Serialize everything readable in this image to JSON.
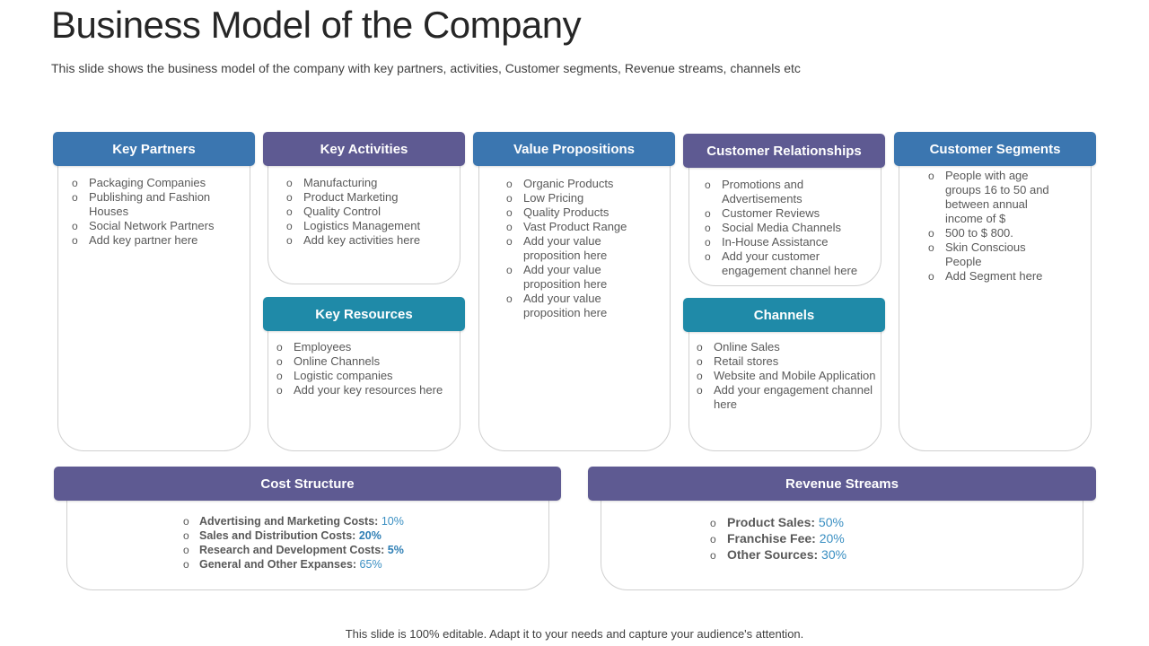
{
  "title": "Business Model of the Company",
  "subtitle": "This slide shows the business model of the company with key partners, activities, Customer segments, Revenue streams, channels etc",
  "footer": "This slide is 100% editable. Adapt it to your needs and capture your audience's attention.",
  "colors": {
    "blue": "#3b76b0",
    "purple": "#5e5a92",
    "teal": "#1f8aa8",
    "value_accent": "#3a8fc2"
  },
  "key_partners": {
    "header": "Key Partners",
    "items": [
      "Packaging Companies",
      "Publishing and Fashion Houses",
      "Social Network Partners",
      "Add key partner here"
    ]
  },
  "key_activities": {
    "header": "Key Activities",
    "items": [
      "Manufacturing",
      "Product Marketing",
      "Quality Control",
      "Logistics Management",
      "Add key activities here"
    ]
  },
  "key_resources": {
    "header": "Key Resources",
    "items": [
      "Employees",
      "Online Channels",
      "Logistic companies",
      "Add your key resources here"
    ]
  },
  "value_propositions": {
    "header": "Value Propositions",
    "items": [
      "Organic Products",
      "Low Pricing",
      "Quality Products",
      "Vast Product Range",
      "Add your value proposition here",
      "Add your value proposition here",
      "Add your value proposition here"
    ]
  },
  "customer_relationships": {
    "header": "Customer Relationships",
    "items": [
      "Promotions and Advertisements",
      "Customer Reviews",
      "Social Media Channels",
      "In-House Assistance",
      "Add your customer engagement channel here"
    ]
  },
  "channels": {
    "header": "Channels",
    "items": [
      "Online Sales",
      "Retail stores",
      "Website and Mobile Application",
      "Add your engagement channel here"
    ]
  },
  "customer_segments": {
    "header": "Customer Segments",
    "items": [
      "People with age groups 16 to 50 and between annual income of $",
      "500 to $ 800.",
      "Skin Conscious People",
      "Add Segment here"
    ]
  },
  "cost_structure": {
    "header": "Cost Structure",
    "items": [
      {
        "label": "Advertising and Marketing Costs:",
        "value": "10%"
      },
      {
        "label": "Sales and Distribution Costs:",
        "value": "20%"
      },
      {
        "label": "Research and Development Costs:",
        "value": "5%"
      },
      {
        "label": "General and Other Expanses:",
        "value": "65%"
      }
    ]
  },
  "revenue_streams": {
    "header": "Revenue Streams",
    "items": [
      {
        "label": "Product Sales:",
        "value": "50%"
      },
      {
        "label": "Franchise Fee:",
        "value": "20%"
      },
      {
        "label": "Other Sources:",
        "value": "30%"
      }
    ]
  }
}
